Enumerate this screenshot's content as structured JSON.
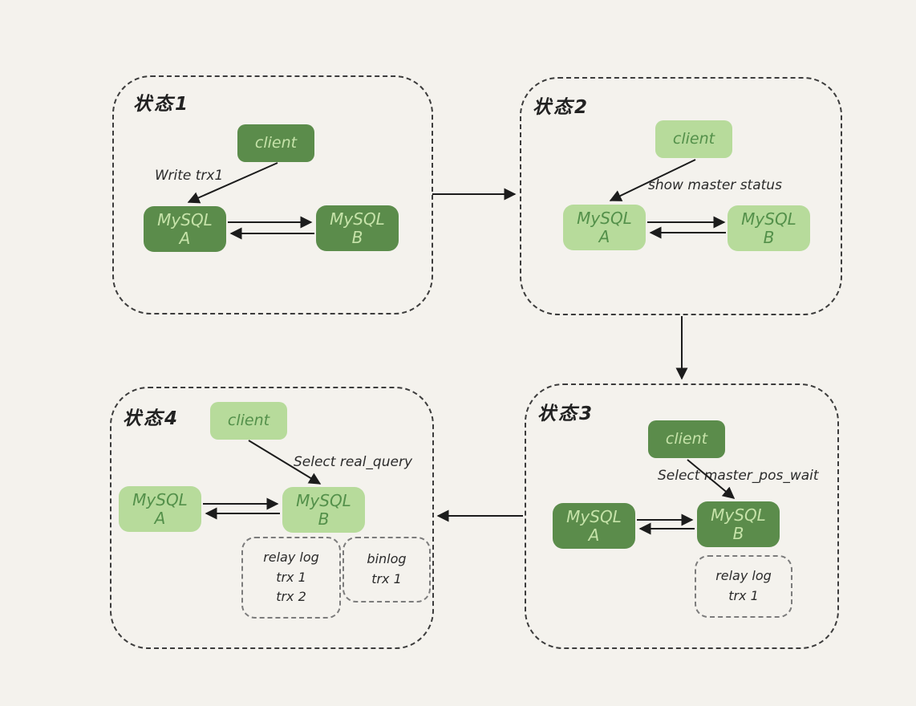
{
  "colors": {
    "background": "#f4f2ed",
    "dark_green": "#5b8c4b",
    "light_green": "#b7db9b",
    "text_on_dark": "#c6e3a9",
    "text_on_light": "#53904a",
    "dashed_border": "#3c3c3c",
    "line": "#1c1c1c"
  },
  "states": [
    {
      "label": "状态1",
      "theme": "dark",
      "client_label": "client",
      "action_label": "Write trx1",
      "mysql_a": {
        "line1": "MySQL",
        "line2": "A"
      },
      "mysql_b": {
        "line1": "MySQL",
        "line2": "B"
      },
      "log_boxes": []
    },
    {
      "label": "状态2",
      "theme": "light",
      "client_label": "client",
      "action_label": "show master status",
      "mysql_a": {
        "line1": "MySQL",
        "line2": "A"
      },
      "mysql_b": {
        "line1": "MySQL",
        "line2": "B"
      },
      "log_boxes": []
    },
    {
      "label": "状态3",
      "theme": "dark",
      "client_label": "client",
      "action_label": "Select master_pos_wait",
      "mysql_a": {
        "line1": "MySQL",
        "line2": "A"
      },
      "mysql_b": {
        "line1": "MySQL",
        "line2": "B"
      },
      "log_boxes": [
        {
          "lines": [
            "relay log",
            "trx 1"
          ]
        }
      ]
    },
    {
      "label": "状态4",
      "theme": "light",
      "client_label": "client",
      "action_label": "Select real_query",
      "mysql_a": {
        "line1": "MySQL",
        "line2": "A"
      },
      "mysql_b": {
        "line1": "MySQL",
        "line2": "B"
      },
      "log_boxes": [
        {
          "lines": [
            "relay log",
            "trx 1",
            "trx 2"
          ]
        },
        {
          "lines": [
            "binlog",
            "trx 1"
          ]
        }
      ]
    }
  ],
  "flow": [
    {
      "from": "状态1",
      "to": "状态2"
    },
    {
      "from": "状态2",
      "to": "状态3"
    },
    {
      "from": "状态3",
      "to": "状态4"
    }
  ]
}
